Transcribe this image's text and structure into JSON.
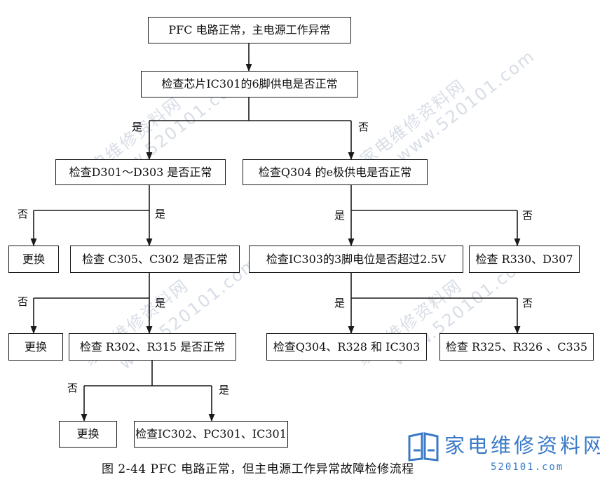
{
  "nodes": {
    "n1": "PFC 电路正常，主电源工作异常",
    "n2": "检查芯片IC301的6脚供电是否正常",
    "n3": "检查D301～D303 是否正常",
    "n4": "检查Q304 的e极供电是否正常",
    "n5": "更换",
    "n6": "检查 C305、C302 是否正常",
    "n7": "检查IC303的3脚电位是否超过2.5V",
    "n8": "检查 R330、D307",
    "n9": "更换",
    "n10": "检查 R302、R315 是否正常",
    "n11": "检查Q304、R328 和 IC303",
    "n12": "检查 R325、R326 、C335",
    "n13": "更换",
    "n14": "检查IC302、PC301、IC301"
  },
  "labels": {
    "yes": "是",
    "no": "否"
  },
  "caption": "图 2-44   PFC 电路正常，但主电源工作异常故障检修流程",
  "watermark": {
    "text1": "家电维修资料网",
    "text2": "www.520101.com"
  },
  "logo": {
    "main": "家电维修资料网",
    "url": "520101.com",
    "color": "#3a7ac6"
  }
}
